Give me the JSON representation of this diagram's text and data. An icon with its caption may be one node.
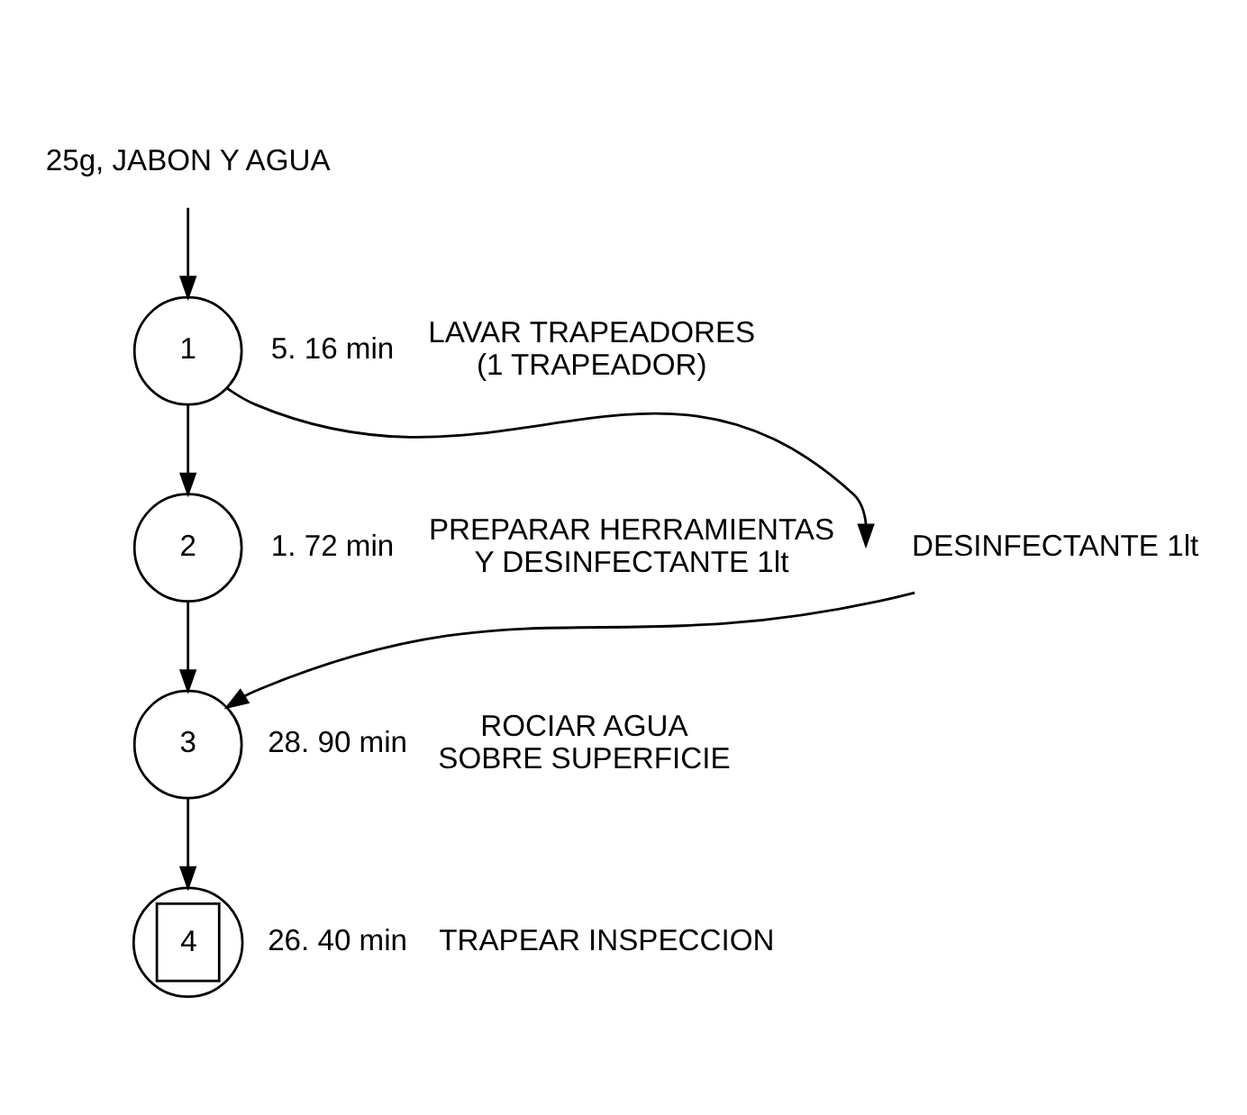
{
  "diagram": {
    "nodes": [
      {
        "text": [
          "25g, JABON Y AGUA"
        ]
      },
      {
        "text": [
          "1"
        ],
        "beside": [
          "5. 16 min",
          "LAVAR TRAPEADORES (1 TRAPEADOR)"
        ]
      },
      {
        "text": [
          "2"
        ],
        "beside": [
          "1. 72 min",
          "PREPARAR HERRAMIENTAS Y DESINFECTANTE 1lt"
        ]
      },
      {
        "text": [
          "DESINFECTANTE 1lt"
        ]
      },
      {
        "text": [
          "3"
        ],
        "beside": [
          "28. 90 min",
          "ROCIAR AGUA SOBRE SUPERFICIE"
        ]
      },
      {
        "text": [
          "4"
        ],
        "beside": [
          "26. 40 min",
          "TRAPEAR INSPECCION"
        ]
      }
    ],
    "edges": [
      {
        "from": 0,
        "to": 1,
        "arrow": "to"
      },
      {
        "from": 1,
        "to": null,
        "arrow": "to"
      },
      {
        "from": 1,
        "to": 2,
        "arrow": "to"
      },
      {
        "from": 2,
        "to": 4,
        "arrow": "to"
      },
      {
        "from": 3,
        "to": 4,
        "arrow": "to"
      },
      {
        "from": 4,
        "to": 5,
        "arrow": "to"
      }
    ]
  }
}
